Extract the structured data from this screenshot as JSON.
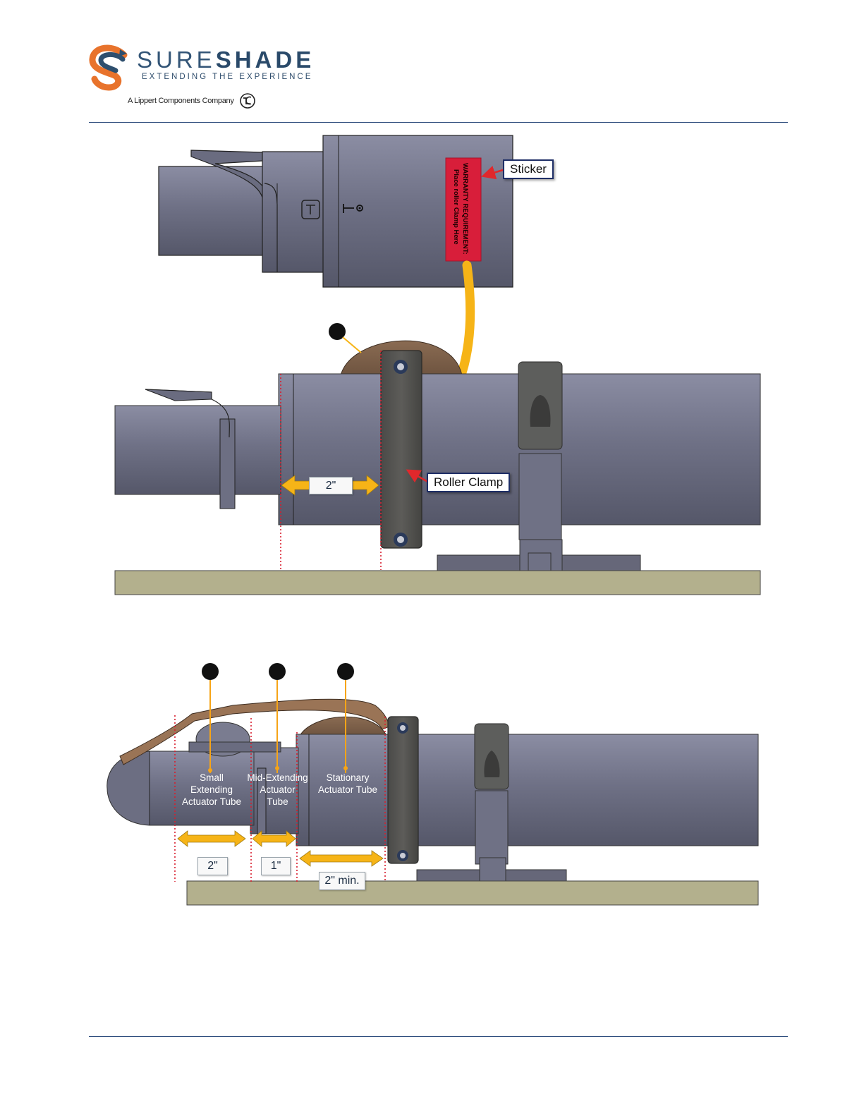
{
  "header": {
    "brand_light": "SURE",
    "brand_bold": "SHADE",
    "tagline": "EXTENDING THE EXPERIENCE",
    "company": "A Lippert Components Company",
    "colors": {
      "brand_blue": "#2e4f6e",
      "brand_orange": "#e8732c",
      "rule": "#2e4d7d"
    }
  },
  "figure_top": {
    "sticker_callout": "Sticker",
    "sticker_line1": "WARRANTY REQUIREMENT:",
    "sticker_line2": "Place roller Clamp Here",
    "roller_callout": "Roller Clamp",
    "distance": "2\""
  },
  "figure_bottom": {
    "tube_small": [
      "Small",
      "Extending",
      "Actuator Tube"
    ],
    "tube_mid": [
      "Mid-Extending",
      "Actuator",
      "Tube"
    ],
    "tube_stationary": [
      "Stationary",
      "Actuator Tube"
    ],
    "dist_small": "2\"",
    "dist_mid": "1\"",
    "dist_stationary": "2\" min."
  }
}
